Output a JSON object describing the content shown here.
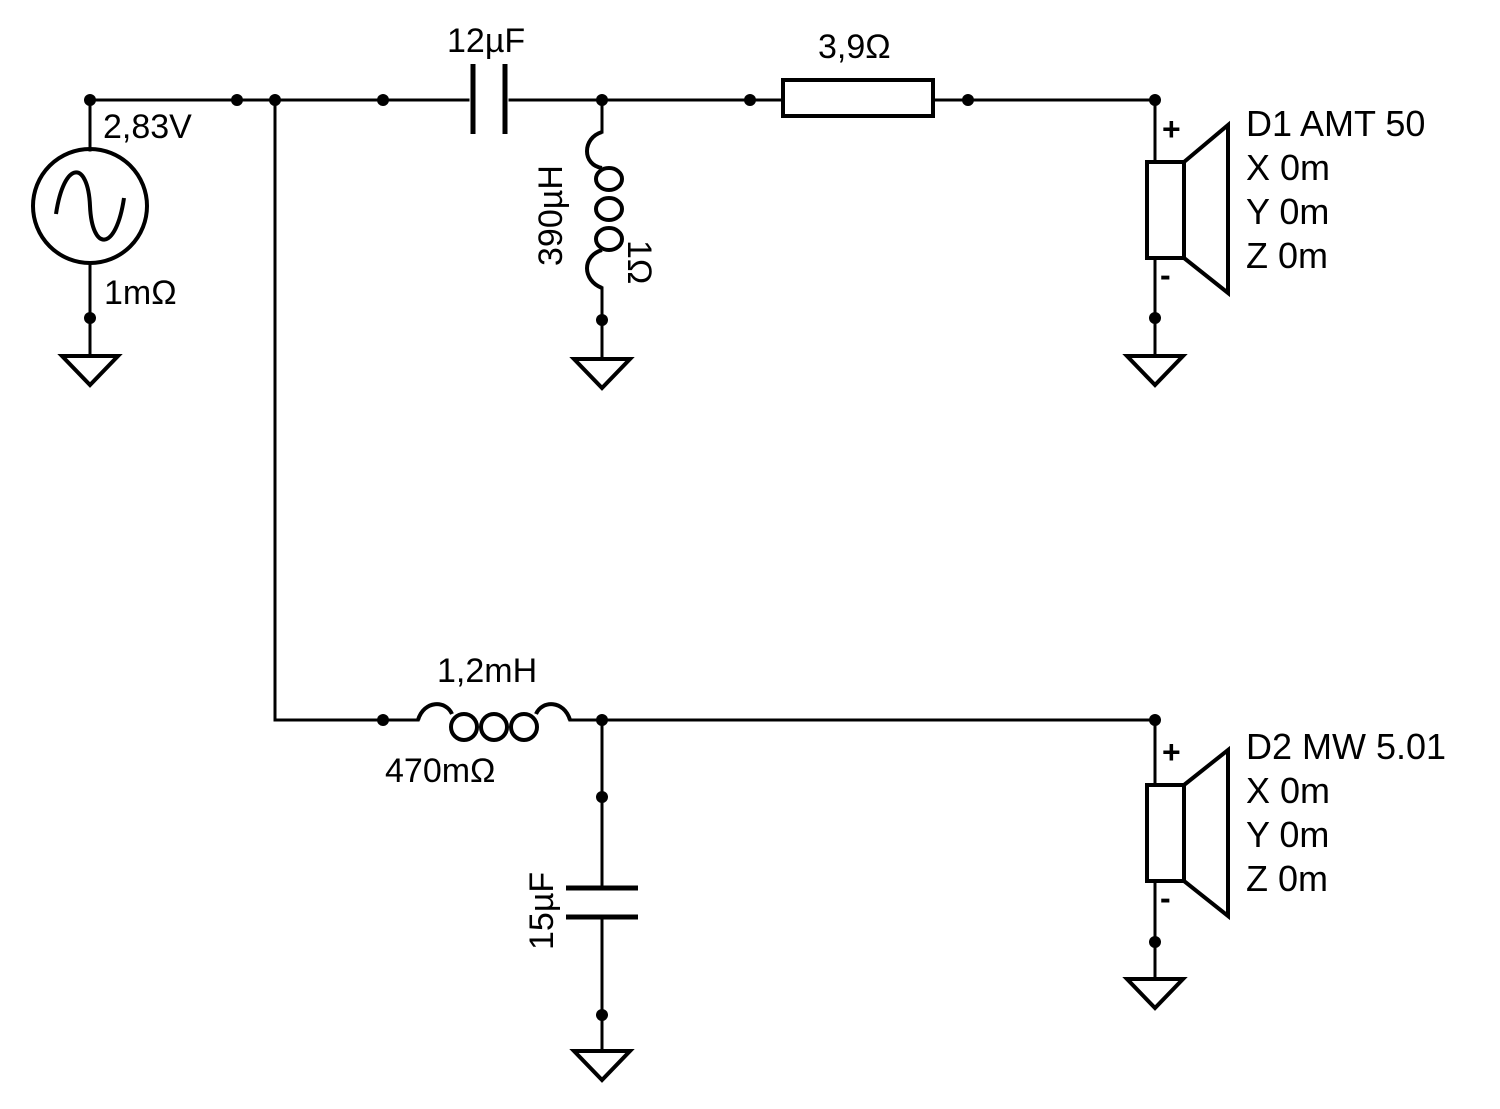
{
  "source": {
    "voltage": "2,83V",
    "resistance": "1mΩ"
  },
  "tweeter_branch": {
    "capacitor": "12µF",
    "inductor_value": "390µH",
    "inductor_resistance": "1Ω",
    "resistor": "3,9Ω"
  },
  "woofer_branch": {
    "inductor_value": "1,2mH",
    "inductor_resistance": "470mΩ",
    "capacitor": "15µF"
  },
  "drivers": [
    {
      "name": "D1 AMT 50",
      "x": "X 0m",
      "y": "Y 0m",
      "z": "Z 0m",
      "plus": "+",
      "minus": "-"
    },
    {
      "name": "D2 MW 5.01",
      "x": "X 0m",
      "y": "Y 0m",
      "z": "Z 0m",
      "plus": "+",
      "minus": "-"
    }
  ]
}
